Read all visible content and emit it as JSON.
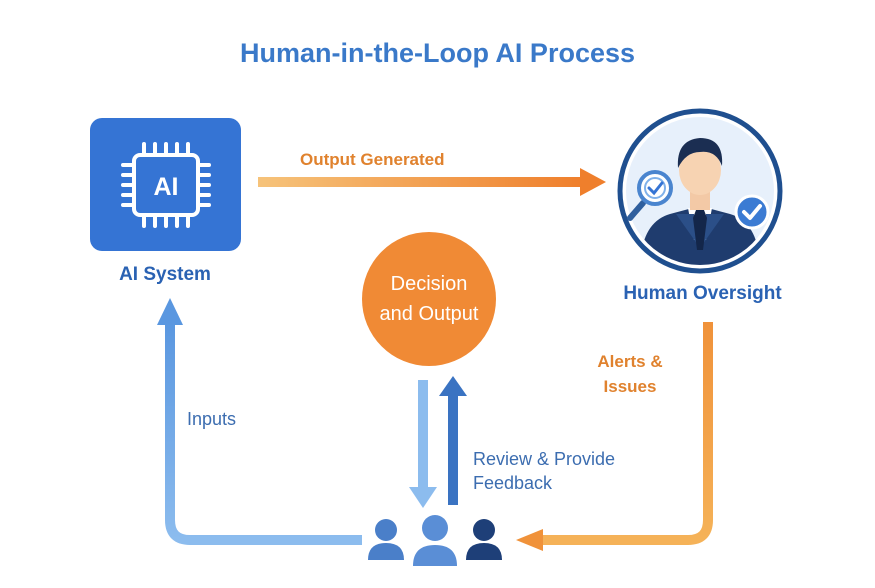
{
  "title": "Human-in-the-Loop AI Process",
  "nodes": {
    "ai_system": {
      "icon_text": "AI",
      "label": "AI System",
      "icon": "ai-chip-icon"
    },
    "human": {
      "label": "Human Oversight",
      "icon": "human-reviewer-icon"
    },
    "decision": {
      "line1": "Decision",
      "line2": "and Output"
    },
    "users": {
      "icon": "user-group-icon"
    }
  },
  "edges": {
    "output_generated": "Output Generated",
    "alerts": {
      "line1": "Alerts &",
      "line2": "Issues"
    },
    "inputs": "Inputs",
    "review": {
      "line1": "Review & Provide",
      "line2": "Feedback"
    }
  },
  "colors": {
    "title": "#3a79c9",
    "ai_box": "#3574d4",
    "orange": "#f08a35",
    "blue_arrow": "#6fa8e6",
    "dark_blue": "#1f4f8f",
    "person_mid": "#5a8ed6",
    "person_dark": "#1e3f78",
    "person_light": "#4a7fc9"
  }
}
